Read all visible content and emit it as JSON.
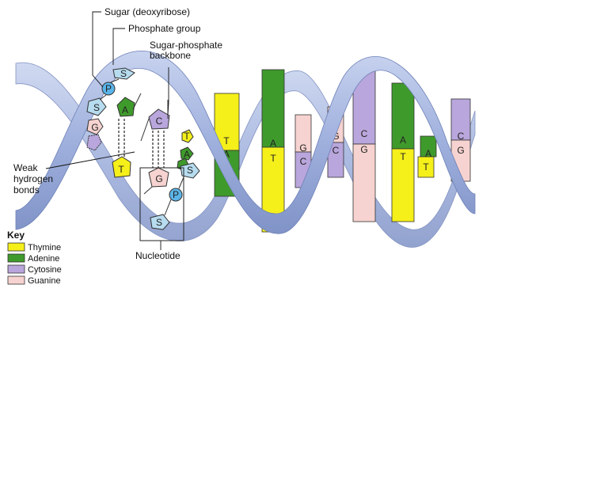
{
  "labels": {
    "sugar": "Sugar (deoxyribose)",
    "phosphate": "Phosphate group",
    "backbone_line1": "Sugar-phosphate",
    "backbone_line2": "backbone",
    "weak_line1": "Weak",
    "weak_line2": "hydrogen",
    "weak_line3": "bonds",
    "nucleotide": "Nucleotide"
  },
  "key": {
    "title": "Key",
    "items": [
      {
        "label": "Thymine",
        "color": "#f5ef1a"
      },
      {
        "label": "Adenine",
        "color": "#3f9a2c"
      },
      {
        "label": "Cytosine",
        "color": "#b9a6dc"
      },
      {
        "label": "Guanine",
        "color": "#f6d3d0"
      }
    ]
  },
  "symbols": {
    "sugar": "S",
    "phosphate": "P"
  },
  "colors": {
    "backbone": "#a8b8e0",
    "backbone_dark": "#7f93c6",
    "phosphate": "#5bb4e8",
    "sugar": "#b7dcef",
    "outline": "#333333"
  },
  "base_pairs": [
    {
      "top": "T",
      "bottom": "A"
    },
    {
      "top": "A",
      "bottom": "T"
    },
    {
      "top": "G",
      "bottom": "C"
    },
    {
      "top": "G",
      "bottom": "C"
    },
    {
      "top": "C",
      "bottom": "G"
    },
    {
      "top": "A",
      "bottom": "T"
    },
    {
      "top": "A",
      "bottom": "T"
    },
    {
      "top": "C",
      "bottom": "G"
    }
  ],
  "exploded": {
    "left_strand": [
      "S",
      "P",
      "S",
      "G",
      "C"
    ],
    "pair1": {
      "top": "A",
      "bottom": "T"
    },
    "pair2": {
      "top": "C",
      "bottom": "G"
    },
    "right_strand": [
      "T",
      "A",
      "S",
      "P",
      "S"
    ]
  }
}
